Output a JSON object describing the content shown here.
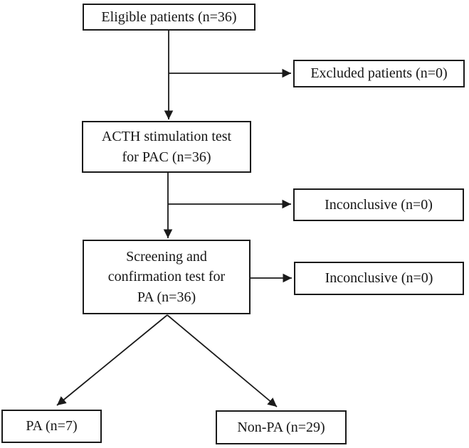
{
  "colors": {
    "line": "#1a1a1a",
    "text": "#151515",
    "box_bg": "#ffffff",
    "page_bg": "#ffffff"
  },
  "nodes": {
    "eligible": {
      "text": "Eligible patients (n=36)"
    },
    "excluded": {
      "text": "Excluded patients (n=0)"
    },
    "acth": {
      "line1": "ACTH stimulation test",
      "line2": "for PAC (n=36)"
    },
    "inconclusive1": {
      "text": "Inconclusive (n=0)"
    },
    "screening": {
      "line1": "Screening and",
      "line2": "confirmation test for",
      "line3": "PA (n=36)"
    },
    "inconclusive2": {
      "text": "Inconclusive (n=0)"
    },
    "pa": {
      "text": "PA (n=7)"
    },
    "nonpa": {
      "text": "Non-PA (n=29)"
    }
  },
  "edges": [
    {
      "from": "eligible",
      "to": "acth",
      "style": "vertical-arrow"
    },
    {
      "from": "eligible",
      "to": "excluded",
      "style": "branch-right-arrow"
    },
    {
      "from": "acth",
      "to": "screening",
      "style": "vertical-arrow"
    },
    {
      "from": "acth",
      "to": "inconclusive1",
      "style": "branch-right-arrow"
    },
    {
      "from": "screening",
      "to": "inconclusive2",
      "style": "right-arrow"
    },
    {
      "from": "screening",
      "to": "pa",
      "style": "diagonal-arrow"
    },
    {
      "from": "screening",
      "to": "nonpa",
      "style": "diagonal-arrow"
    }
  ]
}
